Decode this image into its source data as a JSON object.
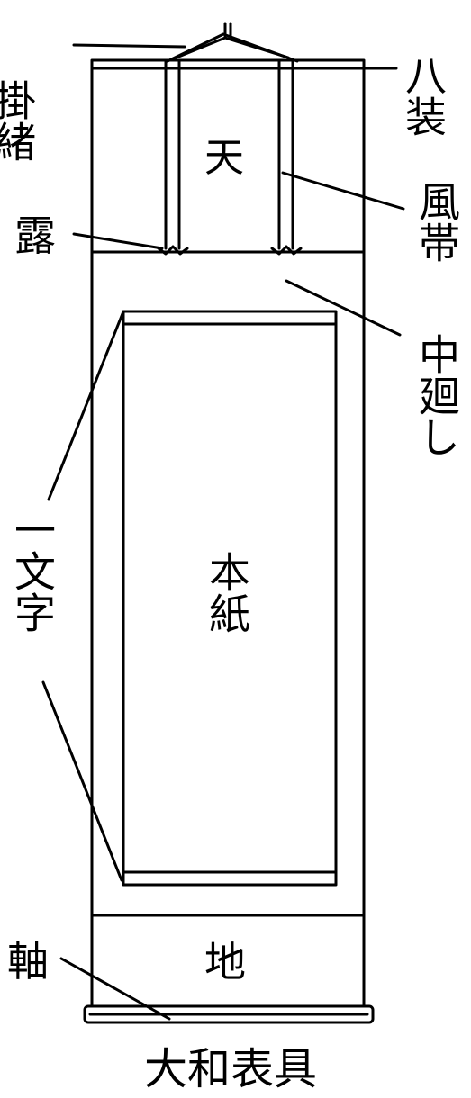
{
  "diagram": {
    "labels": {
      "kakeo": "掛緒",
      "hassou": "八装",
      "ten": "天",
      "tsuyu": "露",
      "futai": "風帯",
      "nakamawashi": "中廻し",
      "ichimonji": "一文字",
      "honshi": "本紙",
      "chi": "地",
      "jiku": "軸",
      "caption": "大和表具"
    }
  }
}
